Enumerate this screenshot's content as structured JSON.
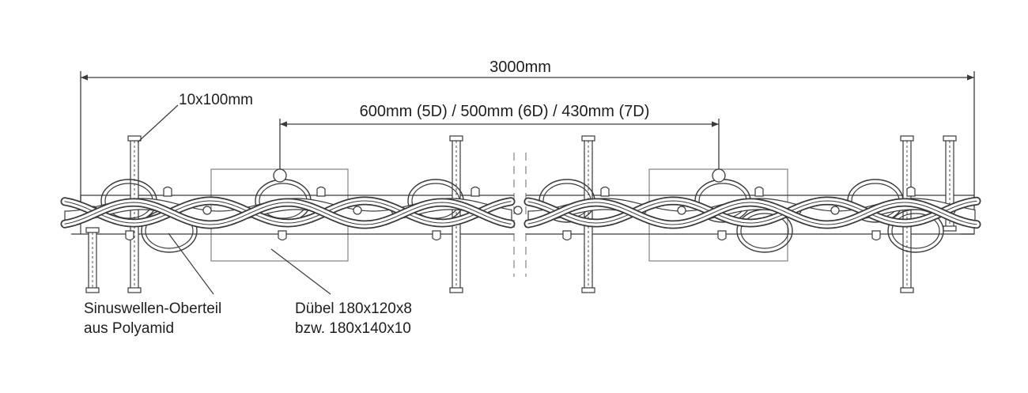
{
  "dimensions": {
    "overall_length": "3000mm",
    "spacing": "600mm (5D) / 500mm (6D) / 430mm (7D)",
    "bolt_size": "10x100mm"
  },
  "callouts": {
    "top_part_line1": "Sinuswellen-Oberteil",
    "top_part_line2": "aus Polyamid",
    "dowel_line1": "Dübel 180x120x8",
    "dowel_line2": "bzw. 180x140x10"
  },
  "colors": {
    "line": "#3a3a3a",
    "light_line": "#8c8c8c",
    "text": "#1e1e1e",
    "background": "#ffffff"
  }
}
